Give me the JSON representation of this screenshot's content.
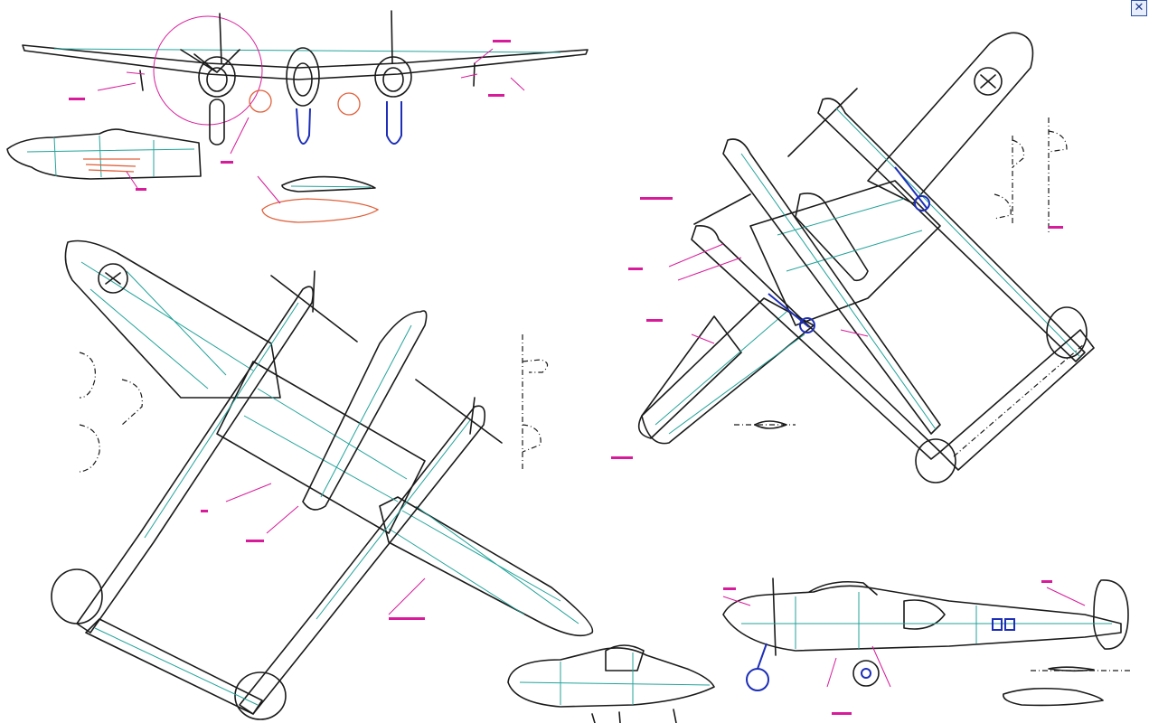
{
  "window": {
    "close_glyph": "✕"
  },
  "colors": {
    "outline": "#1a1a1a",
    "panel_lines": "#22a39a",
    "callouts": "#d81b9a",
    "markings": "#1d2fb8",
    "circles": "#e0603a",
    "background": "#ffffff"
  },
  "views": [
    {
      "name": "front-view"
    },
    {
      "name": "nose-section-view"
    },
    {
      "name": "airfoil-section-view"
    },
    {
      "name": "top-view"
    },
    {
      "name": "bottom-view"
    },
    {
      "name": "side-view"
    },
    {
      "name": "nacelle-section-view"
    }
  ],
  "icons": {
    "close": "close-icon",
    "roundel": "star-roundel-icon"
  }
}
